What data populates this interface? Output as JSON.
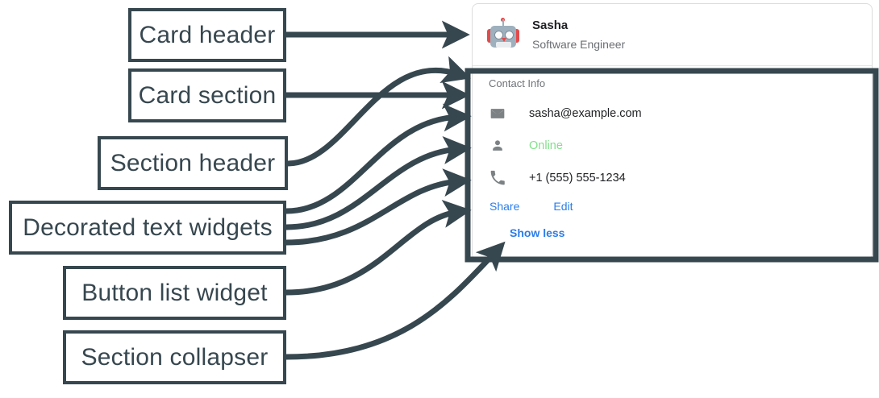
{
  "annotations": [
    {
      "id": "card-header",
      "label": "Card header"
    },
    {
      "id": "card-section",
      "label": "Card section"
    },
    {
      "id": "section-header",
      "label": "Section header"
    },
    {
      "id": "decorated-text",
      "label": "Decorated text widgets"
    },
    {
      "id": "button-list",
      "label": "Button list widget"
    },
    {
      "id": "section-collapser",
      "label": "Section collapser"
    }
  ],
  "card": {
    "header": {
      "avatar_icon": "robot-avatar-icon",
      "title": "Sasha",
      "subtitle": "Software Engineer"
    },
    "section": {
      "header": "Contact Info",
      "rows": [
        {
          "icon": "email-icon",
          "text": "sasha@example.com",
          "style": "default"
        },
        {
          "icon": "person-icon",
          "text": "Online",
          "style": "online"
        },
        {
          "icon": "phone-icon",
          "text": "+1 (555) 555-1234",
          "style": "default"
        }
      ],
      "buttons": [
        {
          "label": "Share"
        },
        {
          "label": "Edit"
        }
      ],
      "collapser": {
        "label": "Show less"
      }
    }
  },
  "colors": {
    "annotation": "#37474f",
    "link": "#2b7de9",
    "online": "#82e08a",
    "muted": "#6f7378",
    "card_border": "#dcdcdc"
  }
}
